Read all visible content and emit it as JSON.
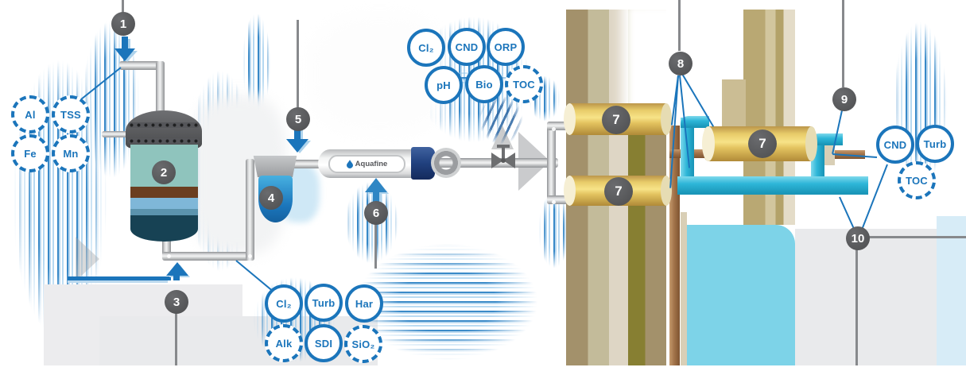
{
  "markers": {
    "m1": "1",
    "m2": "2",
    "m3": "3",
    "m4": "4",
    "m5": "5",
    "m6": "6",
    "m7": "7",
    "m8": "8",
    "m9": "9",
    "m10": "10"
  },
  "badges": {
    "feed": [
      "Al",
      "TSS",
      "Fe",
      "Mn"
    ],
    "pretreat": [
      "Cl₂",
      "CND",
      "ORP",
      "pH",
      "Bio",
      "TOC"
    ],
    "filtered": [
      "Cl₂",
      "Turb",
      "Har",
      "Alk",
      "SDI",
      "SiO₂"
    ],
    "product": [
      "CND",
      "Turb",
      "TOC"
    ]
  },
  "uv_unit": {
    "brand": "Aquafine"
  },
  "colors": {
    "accent_blue": "#1b75bb",
    "marker_gray": "#58595b",
    "membrane_gold": "#e9c95f",
    "pipe_cyan": "#2eb6d8",
    "pipe_brown": "#a2734a",
    "tank_teal": "#8fc4bd"
  }
}
